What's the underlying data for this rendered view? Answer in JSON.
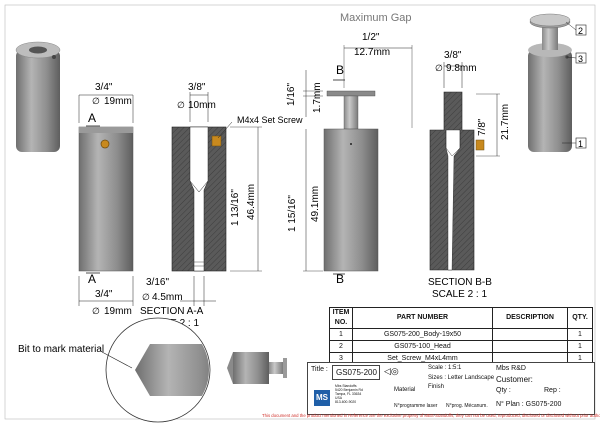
{
  "colors": {
    "accent_red": "#d0302a",
    "metal": "#8e8e8e",
    "section": "#5a5a5a",
    "dim": "#222222",
    "brass": "#c8891e"
  },
  "drawing": {
    "gap_title": "Maximum Gap",
    "gap_inch": "1/2\"",
    "gap_mm": "12.7mm",
    "dia_top_inch": "3/4\"",
    "dia_top_mm": "19mm",
    "dia_bot_inch": "3/4\"",
    "dia_bot_mm": "19mm",
    "sec_a_label": "A",
    "sec_a_label2": "A",
    "sec_aa_bore_inch": "3/8\"",
    "sec_aa_bore_mm": "10mm",
    "set_screw": "M4x4 Set Screw",
    "sec_aa_len_inch": "1 13/16\"",
    "sec_aa_len_mm": "46.4mm",
    "sec_aa_hole_inch": "3/16\"",
    "sec_aa_hole_mm": "4.5mm",
    "sec_aa_title": "SECTION A-A",
    "sec_aa_scale": "SCALE 2 : 1",
    "head_len_inch": "1/16\"",
    "head_len_mm": "1.7mm",
    "total_len_inch": "1 15/16\"",
    "total_len_mm": "49.1mm",
    "sec_b_label": "B",
    "sec_b_label2": "B",
    "sec_bb_dia_inch": "3/8\"",
    "sec_bb_dia_mm": "9.8mm",
    "sec_bb_len_inch": "7/8\"",
    "sec_bb_len_mm": "21.7mm",
    "sec_bb_title": "SECTION B-B",
    "sec_bb_scale": "SCALE 2 : 1",
    "balloon_1": "1",
    "balloon_2": "2",
    "balloon_3": "3",
    "bit_label": "Bit to mark material"
  },
  "bom": {
    "headers": {
      "item": "ITEM NO.",
      "part": "PART NUMBER",
      "desc": "DESCRIPTION",
      "qty": "QTY."
    },
    "rows": [
      {
        "item": "1",
        "part": "GS075-200_Body-19x50",
        "desc": "",
        "qty": "1"
      },
      {
        "item": "2",
        "part": "GS075-100_Head",
        "desc": "",
        "qty": "1"
      },
      {
        "item": "3",
        "part": "Set_Screw_M4xL4mm",
        "desc": "",
        "qty": "1"
      }
    ]
  },
  "title_block": {
    "title_label": "Title :",
    "title_value": "GS075-200",
    "scale_label": "Scale : 1:5:1",
    "sizes_label": "Sizes : Letter Landscape",
    "finish_label": "Finish",
    "customer_label": "Customer:",
    "author": "Mbs R&D",
    "qty_label": "Qty :",
    "rep_label": "Rep :",
    "material_label": "Material",
    "program_label": "N°programme laser",
    "prog_mech_label": "N°prog. Mécanum.",
    "plan_label": "N° Plan : GS075-200",
    "company_logo": "MS",
    "company_lines": [
      "Mbs Standoffs",
      "5420 Benjamin Rd",
      "Tampa, FL 33634",
      "USA",
      "813-600-9020"
    ]
  },
  "notice": "This document and the product mentioned in Reference are the exclusive property of MBS-Standoffs, they can not be used, reproduced, disclosed or disclosed without prior authorization."
}
